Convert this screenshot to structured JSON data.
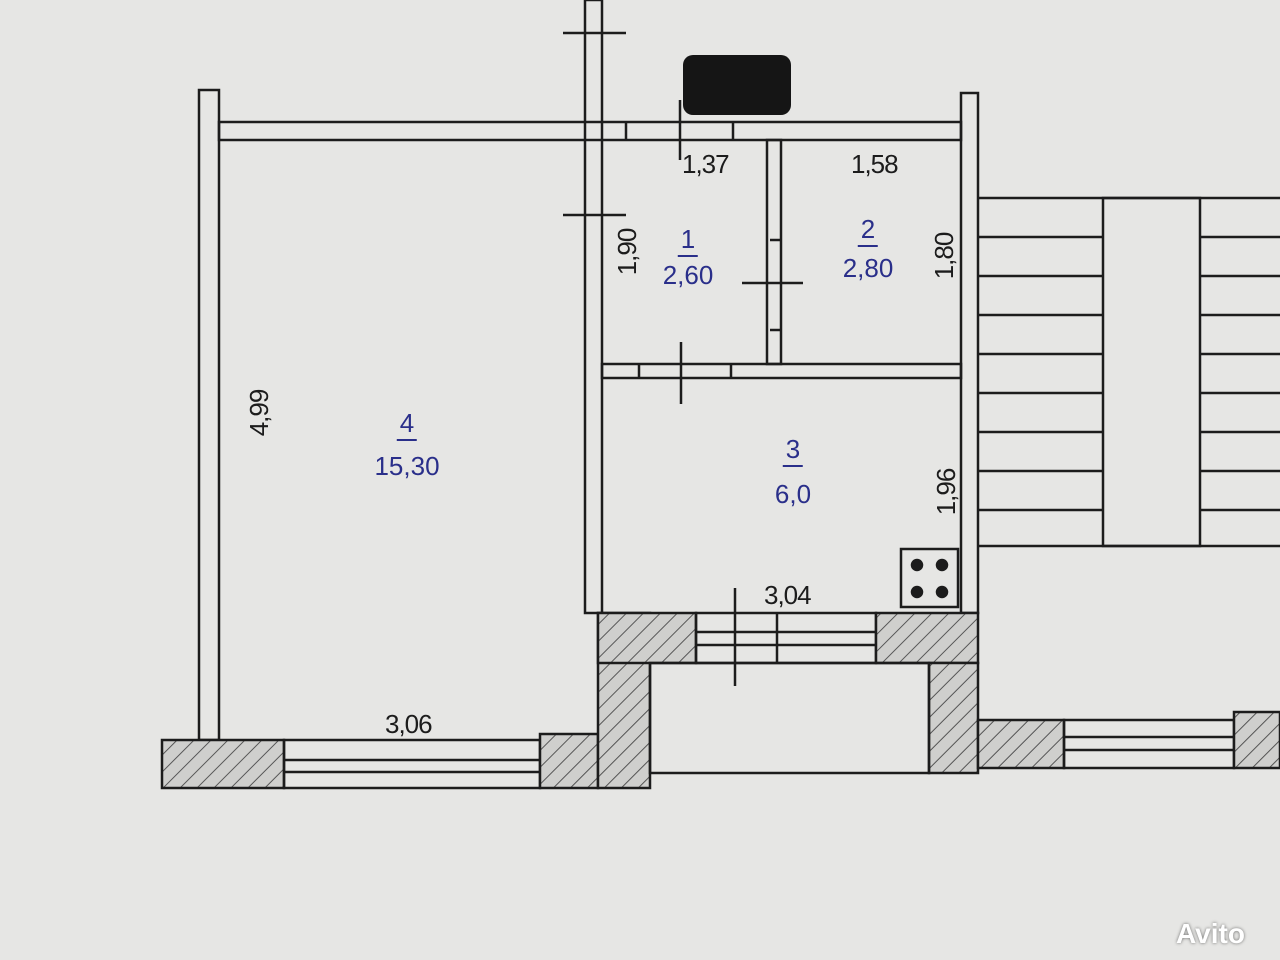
{
  "watermark": {
    "text": "Avito"
  },
  "colors": {
    "paper": "#e6e6e4",
    "line": "#1c1c1c",
    "room_label": "#2a2f8a",
    "hatch_fill": "#cfcfcd"
  },
  "rooms": [
    {
      "number": "1",
      "area": "2,60"
    },
    {
      "number": "2",
      "area": "2,80"
    },
    {
      "number": "3",
      "area": "6,0"
    },
    {
      "number": "4",
      "area": "15,30"
    }
  ],
  "dimensions": {
    "room1_width": "1,37",
    "room2_width": "1,58",
    "room1_height": "1,90",
    "room2_height": "1,80",
    "room4_height": "4,99",
    "room4_width": "3,06",
    "room3_width": "3,04",
    "room3_height": "1,96"
  }
}
